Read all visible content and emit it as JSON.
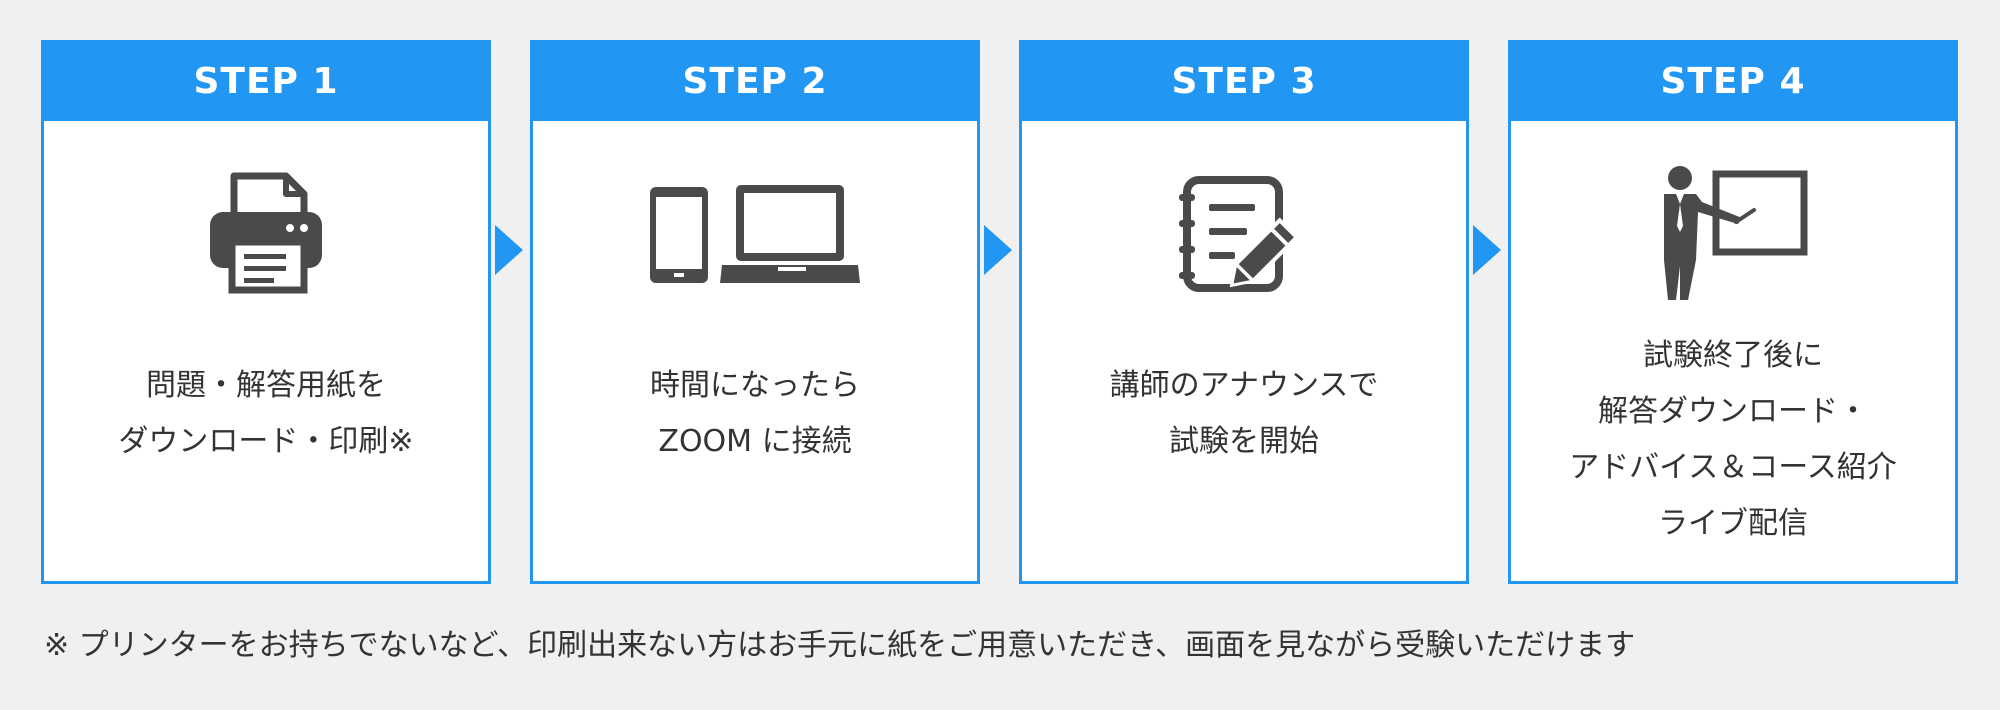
{
  "steps": [
    {
      "label": "STEP 1",
      "icon": "printer-icon",
      "lines": [
        "問題・解答用紙を",
        "ダウンロード・印刷※"
      ]
    },
    {
      "label": "STEP 2",
      "icon": "devices-icon",
      "lines": [
        "時間になったら",
        "ZOOM に接続"
      ]
    },
    {
      "label": "STEP 3",
      "icon": "notepad-pencil-icon",
      "lines": [
        "講師のアナウンスで",
        "試験を開始"
      ]
    },
    {
      "label": "STEP 4",
      "icon": "lecturer-board-icon",
      "lines": [
        "試験終了後に",
        "解答ダウンロード・",
        "アドバイス＆コース紹介",
        "ライブ配信"
      ]
    }
  ],
  "footnote": "※ プリンターをお持ちでないなど、印刷出来ない方はお手元に紙をご用意いただき、画面を見ながら受験いただけます",
  "colors": {
    "accent": "#2196f3",
    "icon": "#4a4a4a",
    "background": "#f0f0f0"
  }
}
